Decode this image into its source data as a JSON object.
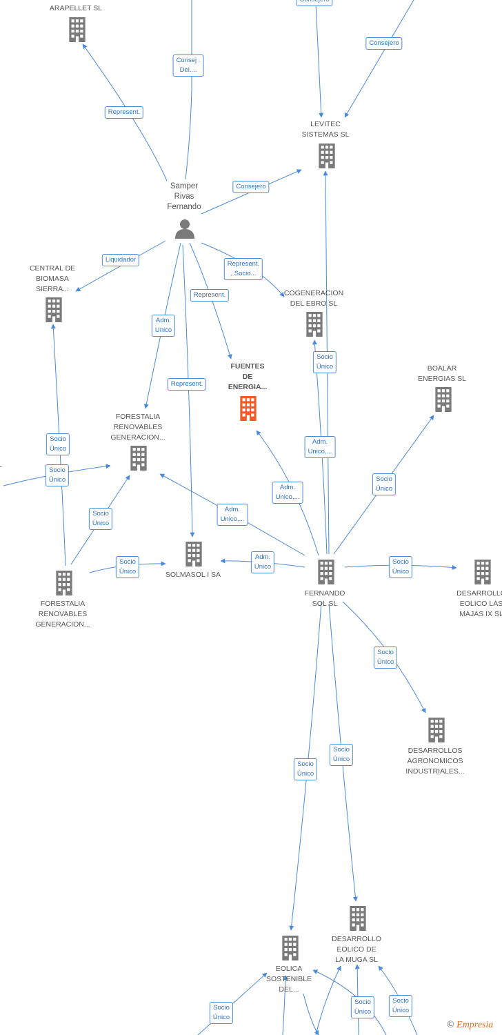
{
  "colors": {
    "edge": "#4a8ad8",
    "edge_label_text": "#2f6fc0",
    "node_icon": "#7a7a7a",
    "focus_icon": "#f05a28",
    "node_label": "#555555"
  },
  "nodes": [
    {
      "id": "arapellet",
      "type": "company",
      "label": "ARAPELLET  SL"
    },
    {
      "id": "levitec",
      "type": "company",
      "label": "LEVITEC\nSISTEMAS  SL"
    },
    {
      "id": "samper",
      "type": "person",
      "label": "Samper\nRivas\nFernando"
    },
    {
      "id": "central",
      "type": "company",
      "label": "CENTRAL DE\nBIOMASA\nSIERRA..."
    },
    {
      "id": "cogeneracion",
      "type": "company",
      "label": "COGENERACION\nDEL EBRO  SL"
    },
    {
      "id": "fuentes",
      "type": "focus",
      "label": "FUENTES\nDE\nENERGIA..."
    },
    {
      "id": "boalar",
      "type": "company",
      "label": "BOALAR\nENERGIAS  SL"
    },
    {
      "id": "forestalia_top",
      "type": "company",
      "label": "FORESTALIA\nRENOVABLES\nGENERACION..."
    },
    {
      "id": "solmasol",
      "type": "company",
      "label": "SOLMASOL I SA"
    },
    {
      "id": "fernando_sol",
      "type": "company",
      "label": "FERNANDO\nSOL SL"
    },
    {
      "id": "desarrollo_majas",
      "type": "company",
      "label": "DESARROLLO\nEOLICO LAS\nMAJAS IX  SL"
    },
    {
      "id": "forestalia_bottom",
      "type": "company",
      "label": "FORESTALIA\nRENOVABLES\nGENERACION..."
    },
    {
      "id": "desarrollos_agro",
      "type": "company",
      "label": "DESARROLLOS\nAGRONOMICOS\nINDUSTRIALES..."
    },
    {
      "id": "desarrollo_muga",
      "type": "company",
      "label": "DESARROLLO\nEOLICO DE\nLA MUGA SL"
    },
    {
      "id": "eolica",
      "type": "company",
      "label": "EOLICA\nSOSTENIBLE\nDEL..."
    },
    {
      "id": "left_partial",
      "type": "text",
      "label": "L"
    }
  ],
  "edges": [
    {
      "label": "Consejero"
    },
    {
      "label": "Consejero"
    },
    {
      "label": "Consej .\nDel...."
    },
    {
      "label": "Represent."
    },
    {
      "label": "Consejero"
    },
    {
      "label": "Liquidador"
    },
    {
      "label": "Represent.\n, Socio..."
    },
    {
      "label": "Represent."
    },
    {
      "label": "Adm.\nUnico"
    },
    {
      "label": "Represent."
    },
    {
      "label": "Socio\nÚnico"
    },
    {
      "label": "Adm.\nUnico,..."
    },
    {
      "label": "Socio\nÚnico"
    },
    {
      "label": "Adm.\nUnico,..."
    },
    {
      "label": "Socio\nÚnico"
    },
    {
      "label": "Adm.\nUnico,..."
    },
    {
      "label": "Socio\nÚnico"
    },
    {
      "label": "Socio\nÚnico"
    },
    {
      "label": "Socio\nÚnico"
    },
    {
      "label": "Socio\nÚnico"
    },
    {
      "label": "Adm.\nUnico"
    },
    {
      "label": "Socio\nÚnico"
    },
    {
      "label": "Socio\nÚnico"
    },
    {
      "label": "Socio\nÚnico"
    },
    {
      "label": "Socio\nÚnico"
    },
    {
      "label": "Socio\nÚnico"
    },
    {
      "label": "Socio\nÚnico"
    },
    {
      "label": "Socio\nÚnico"
    }
  ],
  "footer": {
    "copyright": "©",
    "brand": "Empresia"
  }
}
